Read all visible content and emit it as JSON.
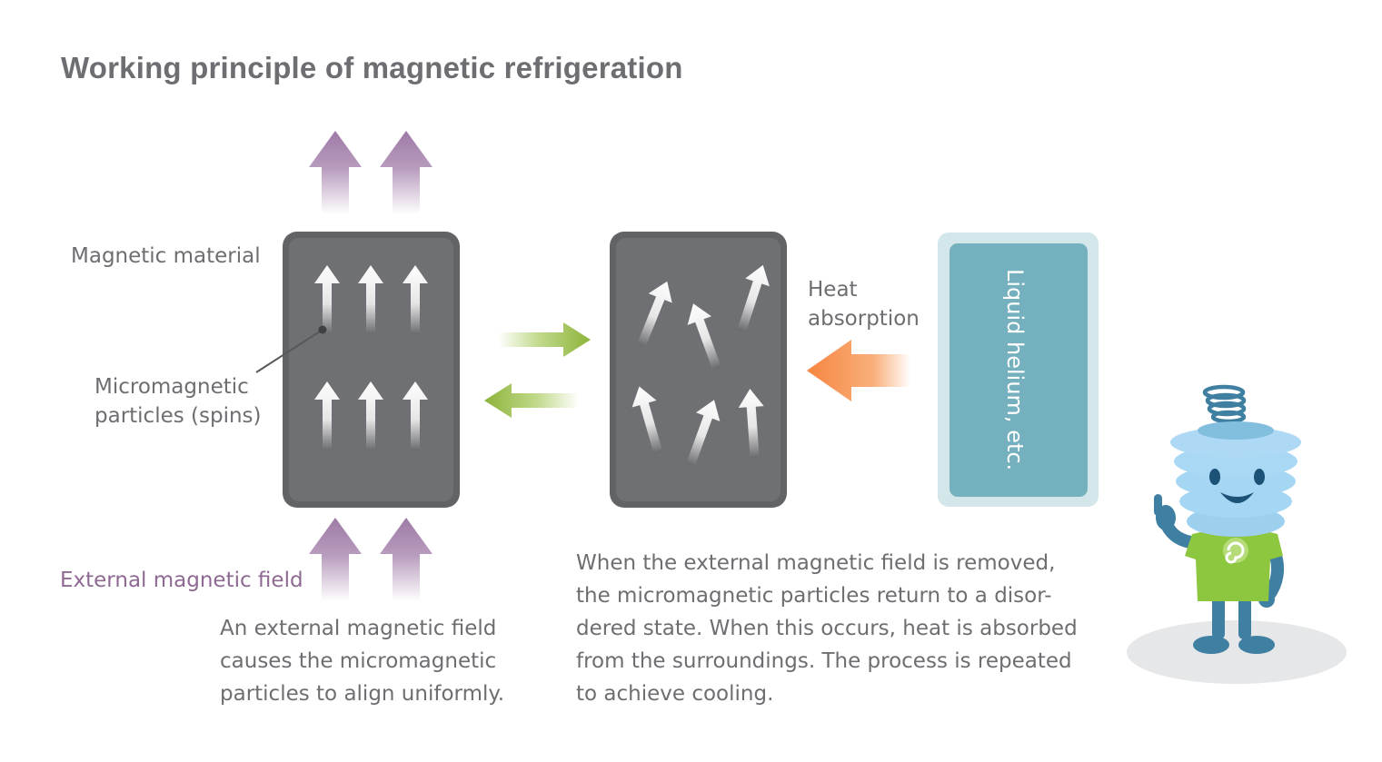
{
  "title": "Working principle of magnetic refrigeration",
  "labels": {
    "magnetic_material": "Magnetic material",
    "micromagnetic_line1": "Micromagnetic",
    "micromagnetic_line2": "particles (spins)",
    "external_field": "External magnetic field",
    "heat_line1": "Heat",
    "heat_line2": "absorption",
    "liquid_helium": "Liquid helium, etc."
  },
  "description_left": [
    "An external magnetic field",
    "causes the micromagnetic",
    "particles to align uniformly."
  ],
  "description_right": [
    "When the external magnetic field is removed,",
    "the micromagnetic particles return to a disor-",
    "dered state. When this occurs, heat is absorbed",
    "from the surroundings. The process is repeated",
    "to achieve cooling."
  ],
  "colors": {
    "title": "#6d6e71",
    "field_arrow": "#9e7aa6",
    "material_fill": "#626366",
    "exchange_arrow": "#8db33a",
    "heat_arrow": "#f5853f",
    "helium_outer": "#d3e6e9",
    "helium_inner": "#74b0bd"
  },
  "icons": [
    "mascot-character-icon"
  ]
}
